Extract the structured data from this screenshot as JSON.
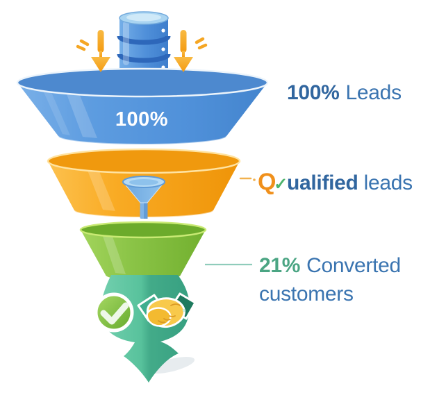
{
  "stage_leads": {
    "inline_percent": "100%",
    "label_value": "100%",
    "label_text": "Leads"
  },
  "stage_qualified": {
    "label_initial": "Q",
    "label_check": "✓",
    "label_bold": "ualified",
    "label_rest": "leads"
  },
  "stage_converted": {
    "label_value": "21%",
    "label_text": "Converted customers"
  },
  "icons": {
    "database": "database-cylinder",
    "down_arrow": "↓",
    "filter": "funnel",
    "check_circle": "✔",
    "handshake": "clasped-hands",
    "conversion_arrow": "⬇"
  },
  "colors": {
    "stage_leads": "#4f90d9",
    "stage_qualified": "#f6a41c",
    "stage_converted": "#8bc447",
    "conversion_arrow": "#45b091",
    "label_blue_bold": "#31669f",
    "label_blue": "#3a74b0",
    "label_green": "#4ba583",
    "label_q_orange": "#f0901b",
    "label_check_green": "#4db36b",
    "leader_orange": "#f2b14e",
    "leader_teal": "#8fccbb",
    "inline_text": "#ffffff"
  }
}
